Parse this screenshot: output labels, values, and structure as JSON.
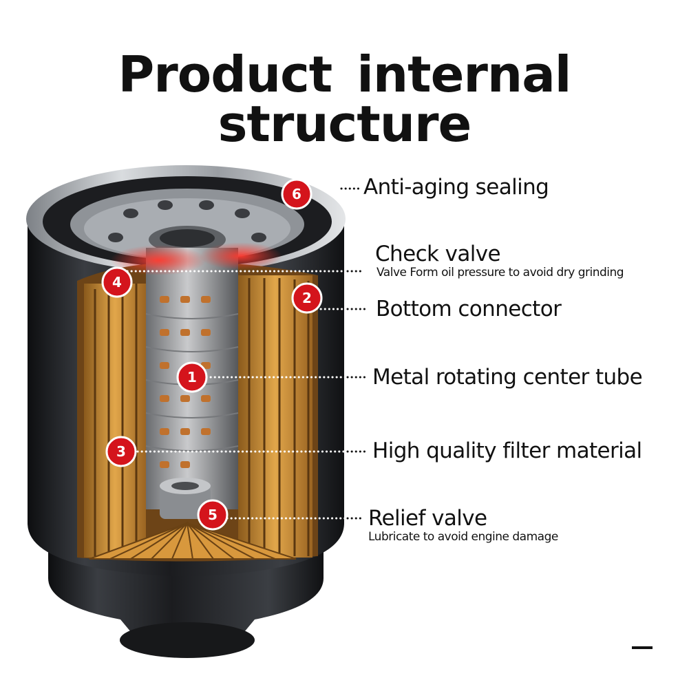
{
  "title": "Product internal structure",
  "colors": {
    "badge": "#d4141c",
    "filter_paper": "#d79a3c",
    "housing": "#2a2c30",
    "text": "#111111"
  },
  "callouts": [
    {
      "number": "6",
      "label": "Anti-aging sealing",
      "sub": ""
    },
    {
      "number": "4",
      "label": "Check valve",
      "sub": "Valve  Form oil pressure to avoid dry grinding"
    },
    {
      "number": "2",
      "label": "Bottom connector",
      "sub": ""
    },
    {
      "number": "1",
      "label": "Metal rotating center tube",
      "sub": ""
    },
    {
      "number": "3",
      "label": "High quality filter material",
      "sub": ""
    },
    {
      "number": "5",
      "label": "Relief valve",
      "sub": "Lubricate to avoid  engine damage"
    }
  ]
}
